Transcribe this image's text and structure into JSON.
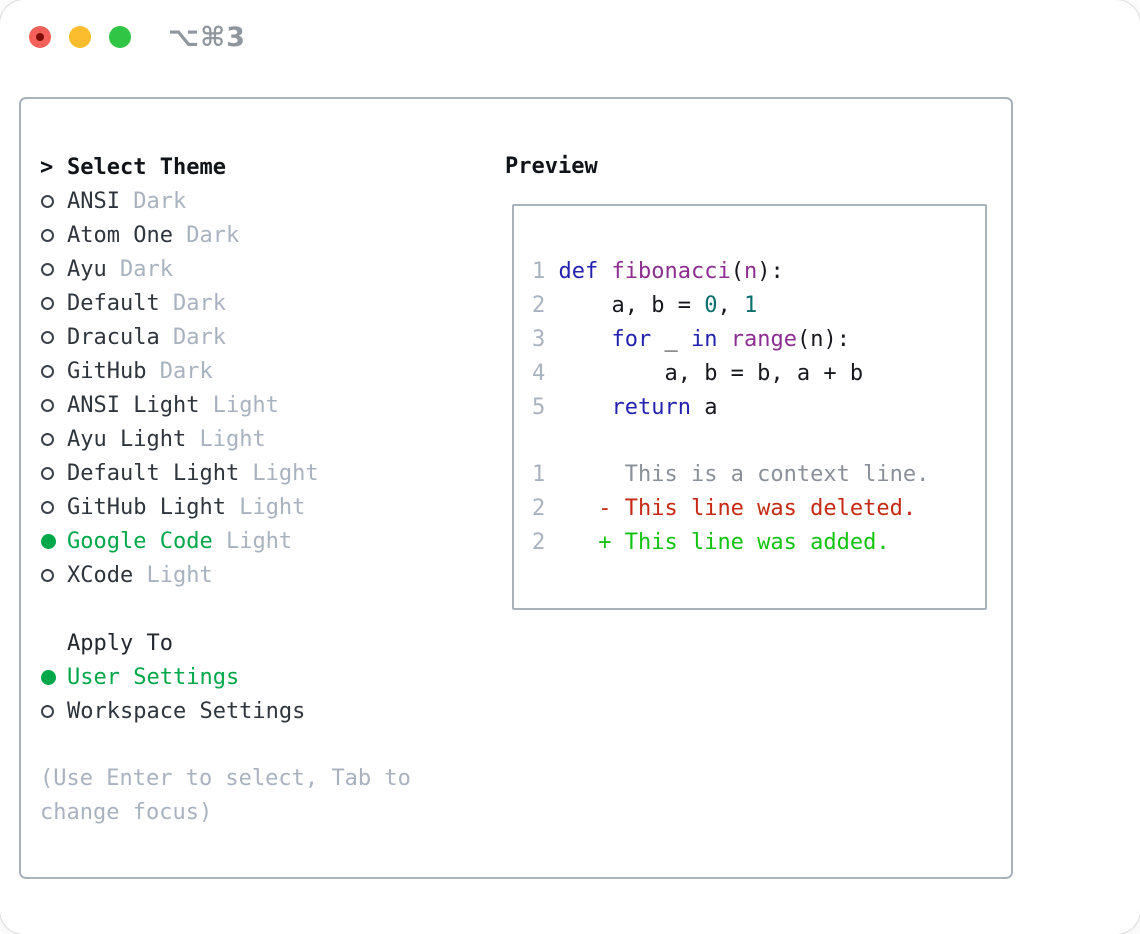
{
  "window": {
    "title": "⌥⌘3",
    "traffic_lights": [
      "close",
      "minimize",
      "zoom"
    ]
  },
  "colors": {
    "accent_green": "#00a84a",
    "muted_gray": "#a9b2c0",
    "panel_border": "#a9b1bc",
    "keyword": "#2323af",
    "function": "#8c2d90",
    "literal": "#0b6e6e",
    "plain": "#16181d",
    "diff_context": "#8a9099",
    "diff_deleted": "#c62a15",
    "diff_added": "#12c312"
  },
  "theme_selector": {
    "header": {
      "cursor": ">",
      "label": "Select Theme"
    },
    "items": [
      {
        "name": "ANSI",
        "variant": "Dark",
        "selected": false
      },
      {
        "name": "Atom One",
        "variant": "Dark",
        "selected": false
      },
      {
        "name": "Ayu",
        "variant": "Dark",
        "selected": false
      },
      {
        "name": "Default",
        "variant": "Dark",
        "selected": false
      },
      {
        "name": "Dracula",
        "variant": "Dark",
        "selected": false
      },
      {
        "name": "GitHub",
        "variant": "Dark",
        "selected": false
      },
      {
        "name": "ANSI Light",
        "variant": "Light",
        "selected": false
      },
      {
        "name": "Ayu Light",
        "variant": "Light",
        "selected": false
      },
      {
        "name": "Default Light",
        "variant": "Light",
        "selected": false
      },
      {
        "name": "GitHub Light",
        "variant": "Light",
        "selected": false
      },
      {
        "name": "Google Code",
        "variant": "Light",
        "selected": true
      },
      {
        "name": "XCode",
        "variant": "Light",
        "selected": false
      }
    ],
    "apply_to": {
      "label": "Apply To",
      "options": [
        {
          "name": "User Settings",
          "selected": true
        },
        {
          "name": "Workspace Settings",
          "selected": false
        }
      ]
    },
    "help_text": "(Use Enter to select, Tab to change focus)"
  },
  "preview": {
    "label": "Preview",
    "code_lines": [
      {
        "num": "1",
        "tokens": [
          {
            "text": "def ",
            "color": "keyword"
          },
          {
            "text": "fibonacci",
            "color": "function"
          },
          {
            "text": "(",
            "color": "plain"
          },
          {
            "text": "n",
            "color": "function"
          },
          {
            "text": "):",
            "color": "plain"
          }
        ]
      },
      {
        "num": "2",
        "tokens": [
          {
            "text": "    a, b = ",
            "color": "plain"
          },
          {
            "text": "0",
            "color": "literal"
          },
          {
            "text": ", ",
            "color": "plain"
          },
          {
            "text": "1",
            "color": "literal"
          }
        ]
      },
      {
        "num": "3",
        "tokens": [
          {
            "text": "    ",
            "color": "plain"
          },
          {
            "text": "for",
            "color": "keyword"
          },
          {
            "text": " _ ",
            "color": "plain"
          },
          {
            "text": "in",
            "color": "keyword"
          },
          {
            "text": " ",
            "color": "plain"
          },
          {
            "text": "range",
            "color": "function"
          },
          {
            "text": "(n):",
            "color": "plain"
          }
        ]
      },
      {
        "num": "4",
        "tokens": [
          {
            "text": "        a, b = b, a + b",
            "color": "plain"
          }
        ]
      },
      {
        "num": "5",
        "tokens": [
          {
            "text": "    ",
            "color": "plain"
          },
          {
            "text": "return",
            "color": "keyword"
          },
          {
            "text": " a",
            "color": "plain"
          }
        ]
      }
    ],
    "diff_lines": [
      {
        "num": "1",
        "marker": " ",
        "text": "This is a context line.",
        "type": "context"
      },
      {
        "num": "2",
        "marker": "-",
        "text": "This line was deleted.",
        "type": "deleted"
      },
      {
        "num": "2",
        "marker": "+",
        "text": "This line was added.",
        "type": "added"
      }
    ]
  }
}
